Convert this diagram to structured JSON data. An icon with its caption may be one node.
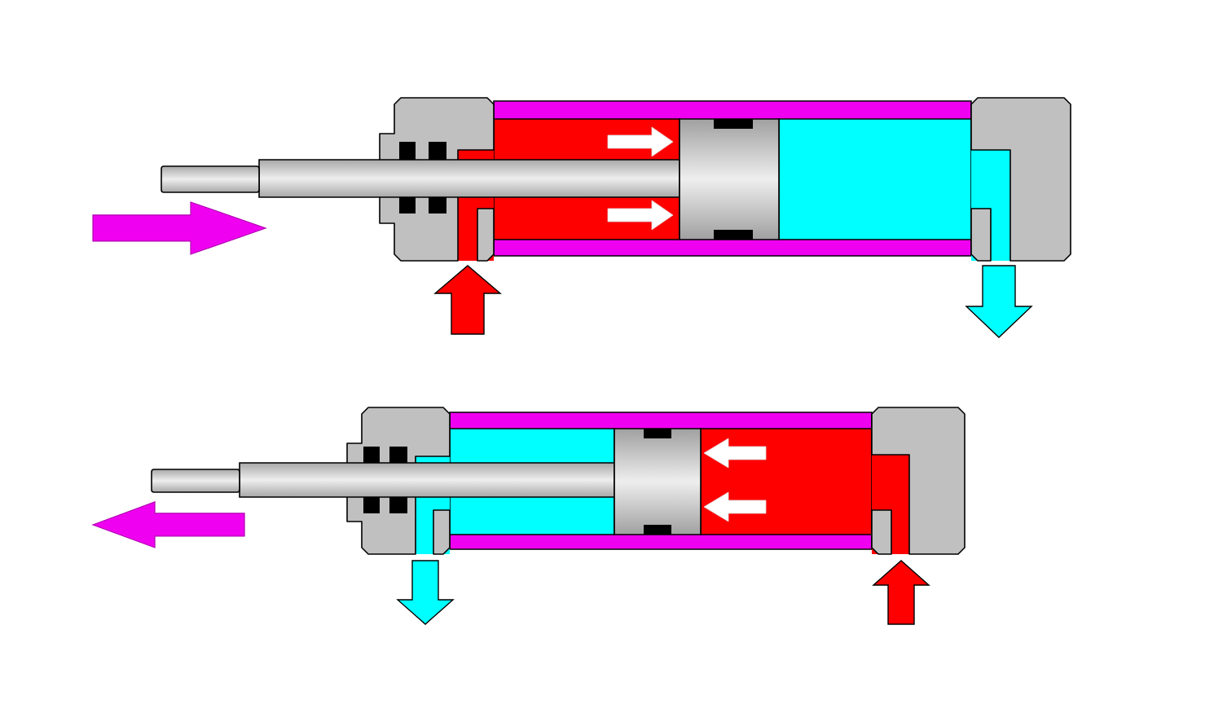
{
  "diagram": {
    "nodes": [
      {
        "text": [],
        "shape": "picture"
      },
      {
        "text": [],
        "shape": "picture"
      }
    ],
    "edges": [
      {
        "from": null,
        "to": 0,
        "arrow": "to",
        "color": "#ff0000"
      },
      {
        "from": 0,
        "to": null,
        "arrow": "to",
        "color": "#00ffff"
      },
      {
        "from": 1,
        "to": null,
        "arrow": "to",
        "color": "#00ffff"
      },
      {
        "from": null,
        "to": 1,
        "arrow": "to",
        "color": "#ff0000"
      }
    ]
  }
}
